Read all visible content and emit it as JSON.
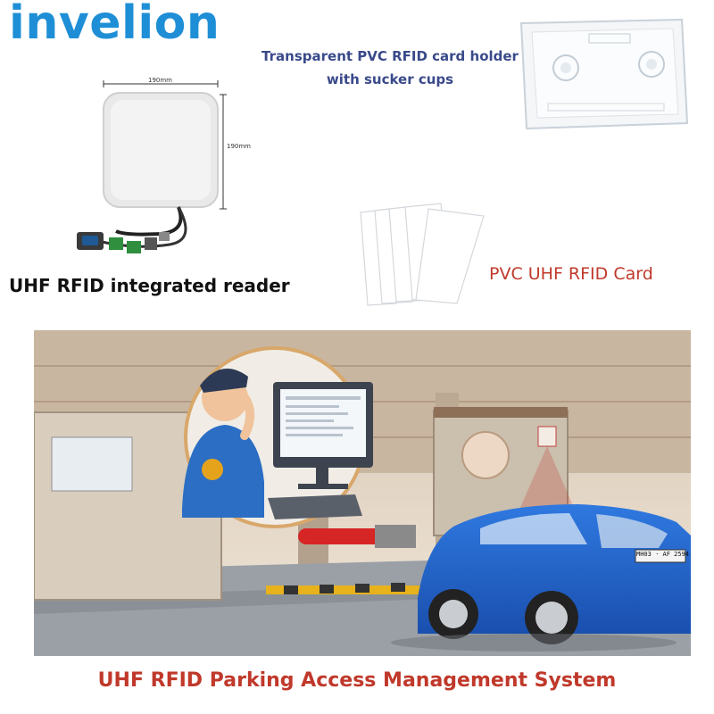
{
  "brand": {
    "name": "invelion",
    "color": "#1e8fd6"
  },
  "reader": {
    "caption": "UHF RFID integrated reader",
    "dim_width": "190mm",
    "dim_height": "190mm"
  },
  "holder": {
    "caption_line1": "Transparent PVC RFID card holder",
    "caption_line2": "with sucker cups",
    "color": "#3a4a8a"
  },
  "card": {
    "caption": "PVC UHF RFID Card",
    "color": "#c0392b"
  },
  "scene": {
    "license_plate": "MH03 · AF 2594"
  },
  "system": {
    "caption": "UHF RFID Parking Access Management System",
    "color": "#c0392b"
  }
}
